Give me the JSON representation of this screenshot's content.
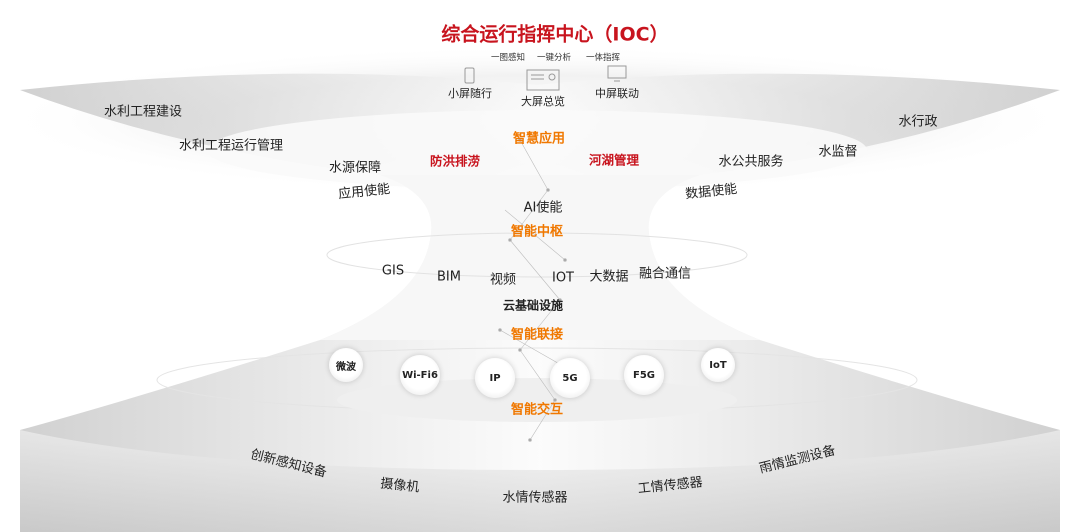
{
  "title": "综合运行指挥中心（IOC）",
  "ioc_features": [
    "一图感知",
    "一键分析",
    "一体指挥"
  ],
  "screens": [
    "小屏随行",
    "大屏总览",
    "中屏联动"
  ],
  "layers": {
    "smart_app": "智慧应用",
    "smart_hub": "智能中枢",
    "smart_connect": "智能联接",
    "smart_interact": "智能交互",
    "cloud": "云基础设施"
  },
  "apps_highlight": [
    "防洪排涝",
    "河湖管理"
  ],
  "apps_left": [
    "水利工程建设",
    "水利工程运行管理",
    "水源保障",
    "应用使能"
  ],
  "apps_right": [
    "水公共服务",
    "水监督",
    "水行政",
    "数据使能"
  ],
  "ai": "AI使能",
  "hub_items": [
    "GIS",
    "BIM",
    "视频",
    "IOT",
    "大数据",
    "融合通信"
  ],
  "connect_nodes": [
    "微波",
    "Wi-Fi6",
    "IP",
    "5G",
    "F5G",
    "IoT"
  ],
  "devices": [
    "创新感知设备",
    "摄像机",
    "水情传感器",
    "工情传感器",
    "雨情监测设备"
  ],
  "colors": {
    "red": "#c8141e",
    "orange": "#f07800"
  }
}
